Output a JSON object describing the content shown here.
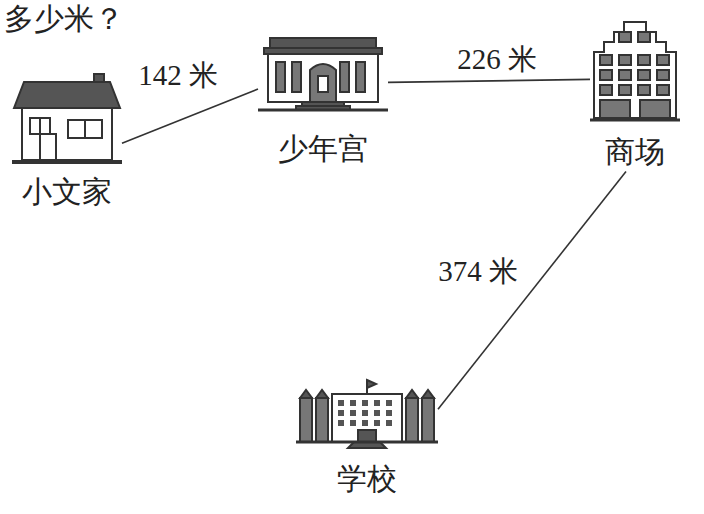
{
  "diagram": {
    "nodes": [
      {
        "text": [
          "小文家"
        ]
      },
      {
        "text": [
          "少年宫"
        ]
      },
      {
        "text": [
          "商场"
        ]
      },
      {
        "text": [
          "学校"
        ]
      }
    ],
    "edges": [
      {
        "from": 0,
        "to": 1,
        "arrow": "none",
        "label": "142 米"
      },
      {
        "from": 1,
        "to": 2,
        "arrow": "none",
        "label": "226 米"
      },
      {
        "from": 2,
        "to": 3,
        "arrow": "none",
        "label": "374 米"
      }
    ],
    "labels": [
      "多少米？"
    ]
  }
}
